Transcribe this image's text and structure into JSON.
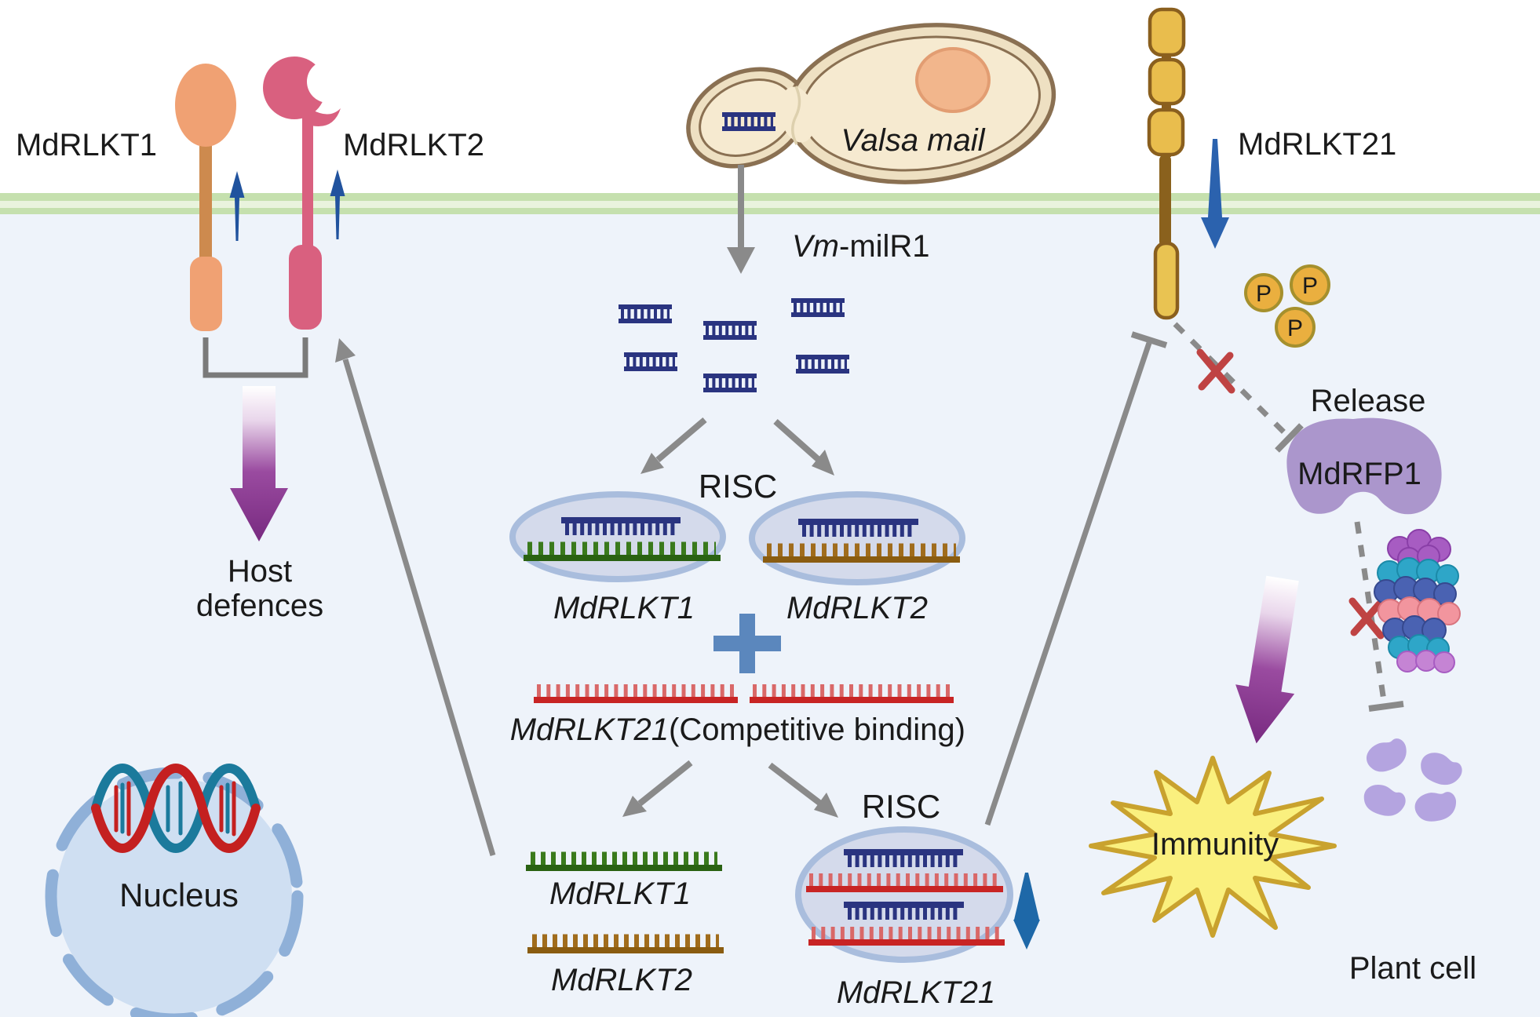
{
  "labels": {
    "receptor1": "MdRLKT1",
    "receptor2": "MdRLKT2",
    "fungus": "Valsa mail",
    "milrna_italic": "Vm",
    "milrna_rest": "-milR1",
    "risc_top": "RISC",
    "risc_left_gene": "MdRLKT1",
    "risc_right_gene": "MdRLKT2",
    "competitive_gene": "MdRLKT21",
    "competitive_rest": " (Competitive binding)",
    "freed_gene1": "MdRLKT1",
    "freed_gene2": "MdRLKT2",
    "risc_bottom": "RISC",
    "risc_bottom_gene": "MdRLKT21",
    "host_line1": "Host",
    "host_line2": "defences",
    "nucleus": "Nucleus",
    "receptor21": "MdRLKT21",
    "phosphate": "P",
    "release": "Release",
    "mdrfp1": "MdRFP1",
    "immunity": "Immunity",
    "plant_cell": "Plant cell"
  },
  "colors": {
    "cytoplasm_bg": "#eef3fa",
    "membrane_green": "#c5e0ae",
    "membrane_pale": "#e9f3dd",
    "gray_arrow": "#8a8a8a",
    "navy_rna": "#2a3480",
    "green_rna": "#3a7a1c",
    "brown_rna": "#a06c1c",
    "red_rna": "#c82424",
    "risc_fill": "#d4daeb",
    "risc_stroke": "#a9bddd",
    "blue_arrow": "#2560a8",
    "plus_blue": "#5b87bd",
    "orange_receptor": "#f0a173",
    "pink_receptor": "#d9607f",
    "gold_receptor": "#e9bd4d",
    "gold_stroke": "#8a5f1e",
    "phosphate_fill": "#eaaf3f",
    "purple_arrow": "#7b2a82",
    "mdrfp1_fill": "#ab96cc",
    "bean_fill": "#b4a4e0",
    "star_fill": "#faf07e",
    "star_stroke": "#c9a22e",
    "nucleus_fill": "#cfdff2",
    "nucleus_ring": "#8fb0d8",
    "dna_red": "#c42020",
    "dna_teal": "#1b7a9c",
    "fungus_fill": "#f6ead0",
    "fungus_stroke": "#8a7052",
    "nucleolus_fill": "#f2b68c"
  }
}
